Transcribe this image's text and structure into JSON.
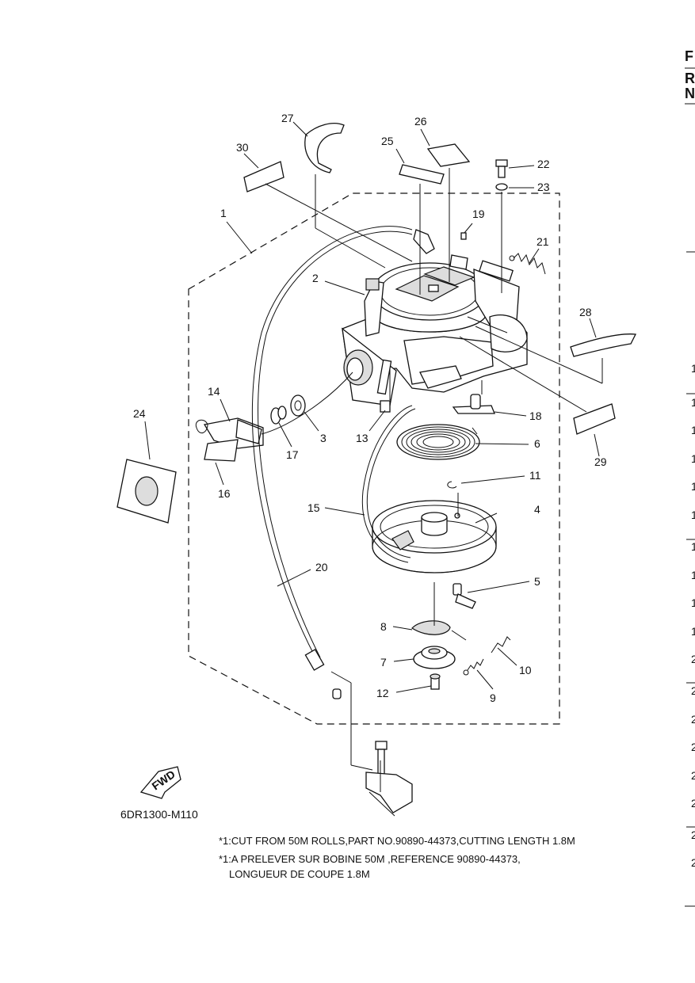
{
  "diagram": {
    "callouts": [
      "1",
      "2",
      "3",
      "4",
      "5",
      "6",
      "7",
      "8",
      "9",
      "10",
      "11",
      "12",
      "13",
      "14",
      "15",
      "16",
      "17",
      "18",
      "19",
      "20",
      "21",
      "22",
      "23",
      "24",
      "25",
      "26",
      "27",
      "28",
      "29",
      "30"
    ],
    "fwd_label": "FWD",
    "figure_code": "6DR1300-M110"
  },
  "notes": {
    "line1": "*1:CUT FROM 50M ROLLS,PART NO.90890-44373,CUTTING LENGTH 1.8M",
    "line2": "*1:A PRELEVER SUR BOBINE 50M ,REFERENCE 90890-44373,",
    "line3": "LONGUEUR DE COUPE 1.8M"
  },
  "right_edge": {
    "header": [
      "F",
      "R",
      "N"
    ],
    "fragments": [
      "1",
      "1",
      "1",
      "1",
      "1",
      "1",
      "1",
      "1",
      "1",
      "1",
      "2",
      "2",
      "2",
      "2",
      "2",
      "2",
      "2",
      "2"
    ]
  }
}
